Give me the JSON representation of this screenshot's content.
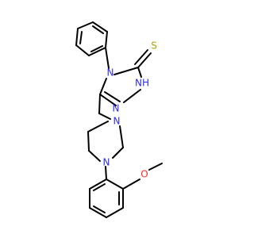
{
  "molecule": {
    "atoms": {
      "S": {
        "label": "S",
        "color": "#b5a000"
      },
      "NH": {
        "label": "NH",
        "color": "#2b2bff"
      },
      "N4": {
        "label": "N",
        "color": "#2b2bff"
      },
      "N2": {
        "label": "N",
        "color": "#2b2bff"
      },
      "Npip1": {
        "label": "N",
        "color": "#2b2bff"
      },
      "Npip2": {
        "label": "N",
        "color": "#2b2bff"
      },
      "O": {
        "label": "O",
        "color": "#ff2a2a"
      }
    }
  }
}
